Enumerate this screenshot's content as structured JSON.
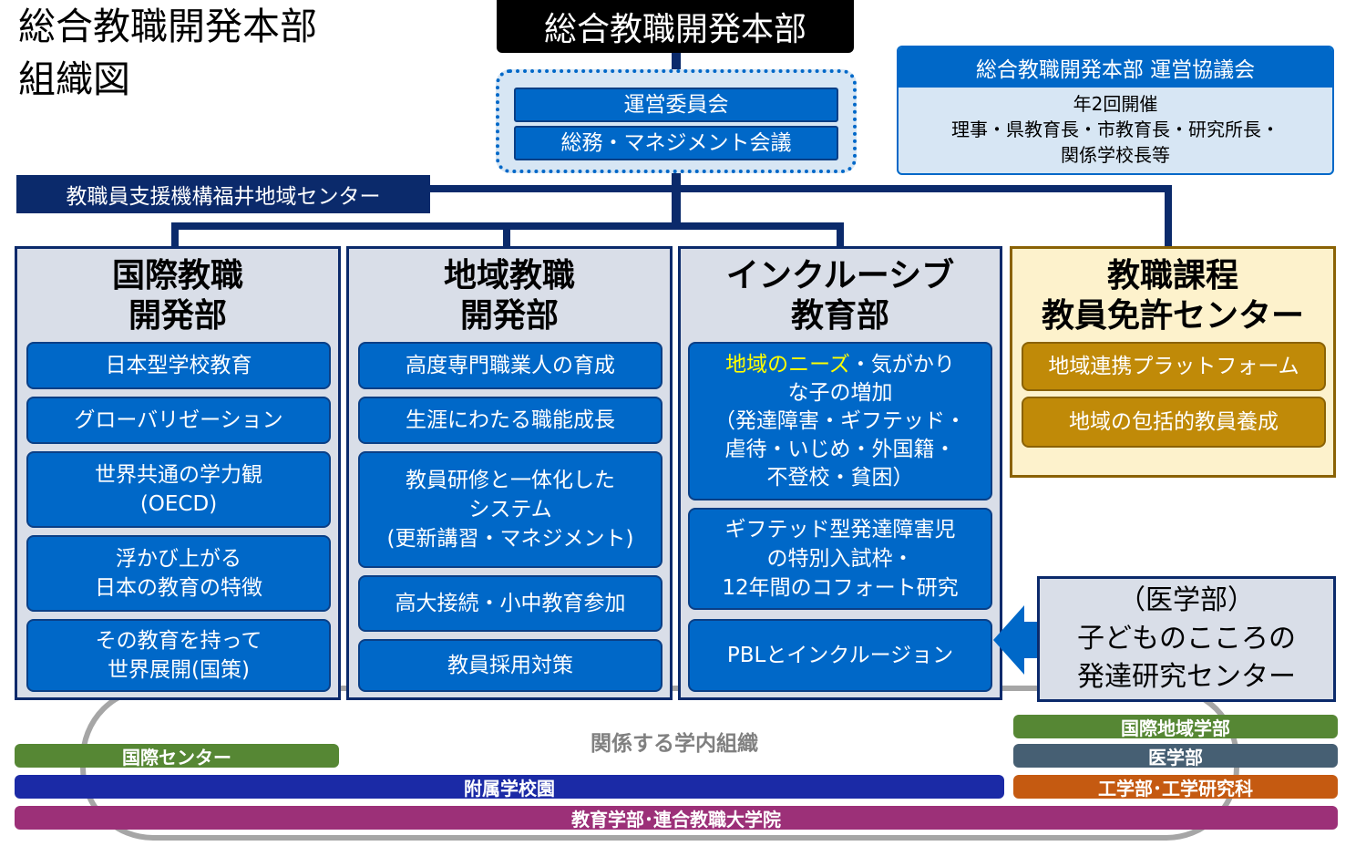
{
  "title": {
    "line1": "総合教職開発本部",
    "line2": "組織図"
  },
  "hq": "総合教職開発本部",
  "committee": {
    "item1": "運営委員会",
    "item2": "総務・マネジメント会議"
  },
  "council": {
    "title": "総合教職開発本部 運営協議会",
    "body": "年2回開催\n理事・県教育長・市教育長・研究所長・\n関係学校長等"
  },
  "fukui_center": "教職員支援機構福井地域センター",
  "departments": [
    {
      "title": "国際教職\n開発部",
      "items": [
        "日本型学校教育",
        "グローバリゼーション",
        "世界共通の学力観\n(OECD)",
        "浮かび上がる\n日本の教育の特徴",
        "その教育を持って\n世界展開(国策)"
      ]
    },
    {
      "title": "地域教職\n開発部",
      "items": [
        "高度専門職業人の育成",
        "生涯にわたる職能成長",
        "教員研修と一体化した\nシステム\n(更新講習・マネジメント)",
        "高大接続・小中教育参加",
        "教員採用対策"
      ]
    },
    {
      "title": "インクルーシブ\n教育部",
      "item1_highlight": "地域のニーズ",
      "item1_rest": "・気がかり\nな子の増加\n（発達障害・ギフテッド・\n虐待・いじめ・外国籍・\n不登校・貧困）",
      "items": [
        "ギフテッド型発達障害児\nの特別入試枠・\n12年間のコフォート研究",
        "PBLとインクルージョン"
      ]
    },
    {
      "title": "教職課程\n教員免許センター",
      "items": [
        "地域連携プラットフォーム",
        "地域の包括的教員養成"
      ]
    }
  ],
  "medical_center": "（医学部）\n子どものこころの\n発達研究センター",
  "related_label": "関係する学内組織",
  "related_orgs": {
    "international_center": "国際センター",
    "attached_schools": "附属学校園",
    "education_faculty": "教育学部･連合教職大学院",
    "regional_faculty": "国際地域学部",
    "medicine": "医学部",
    "engineering": "工学部･工学研究科"
  },
  "colors": {
    "navy": "#0b2a6b",
    "blue": "#0068c8",
    "gold": "#c08a08",
    "cream": "#fdf2cc",
    "green": "#568734",
    "slate": "#465f73",
    "orange": "#c55a11",
    "purple": "#9c3078",
    "royal": "#1b2aa6",
    "highlight": "#ffff00"
  }
}
